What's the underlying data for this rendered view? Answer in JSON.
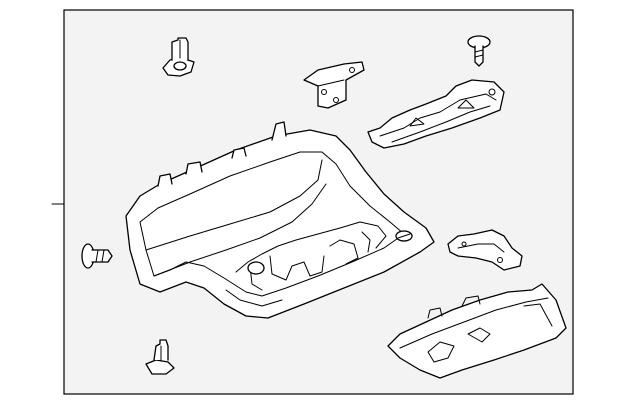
{
  "diagram": {
    "background_color": "#f3f3f3",
    "line_color": "#000000",
    "parts": [
      "push-pin-clip-top-left",
      "screw-top-right",
      "mounting-bracket",
      "side-trim-bracket-upper-right",
      "overhead-console-housing",
      "small-bracket-right",
      "end-trim-cover-lower-right",
      "screw-left",
      "push-pin-clip-bottom"
    ]
  }
}
